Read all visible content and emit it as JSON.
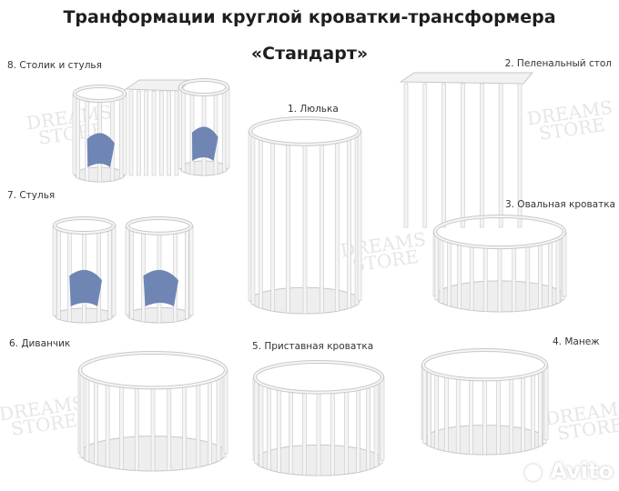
{
  "header": {
    "title": "Транформации круглой кроватки-трансформера",
    "subtitle": "«Стандарт»"
  },
  "items": [
    {
      "label": "1. Люлька"
    },
    {
      "label": "2. Пеленальный стол"
    },
    {
      "label": "3. Овальная кроватка"
    },
    {
      "label": "4. Манеж"
    },
    {
      "label": "5. Приставная кроватка"
    },
    {
      "label": "6. Диванчик"
    },
    {
      "label": "7. Стулья"
    },
    {
      "label": "8. Столик и стулья"
    }
  ],
  "watermark": "Dreams Store",
  "logo": "Avito",
  "colors": {
    "crib": "#f4f4f4",
    "outline": "#c8c8c8",
    "cushion": "#6f86b4"
  }
}
